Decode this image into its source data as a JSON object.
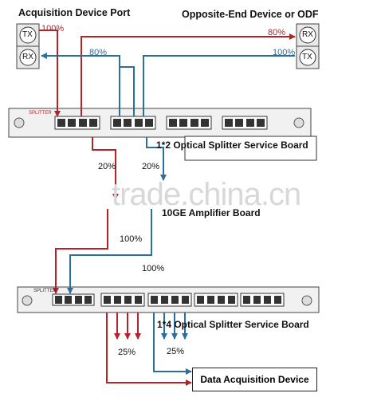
{
  "header": {
    "left_title": "Acquisition Device Port",
    "right_title": "Opposite-End Device or ODF"
  },
  "ports": {
    "tx": "TX",
    "rx": "RX"
  },
  "percentages": {
    "top_left_tx": "100%",
    "top_right_rx": "80%",
    "top_left_rx": "80%",
    "top_right_tx": "100%",
    "split_red": "20%",
    "split_blue": "20%",
    "amp_out_1": "100%",
    "amp_out_2": "100%",
    "out_red": "25%",
    "out_blue": "25%"
  },
  "boards": {
    "splitter_2": "1*2 Optical Splitter Service Board",
    "amplifier": "10GE Amplifier Board",
    "splitter_4": "1*4 Optical Splitter Service Board",
    "data_device": "Data Acquisition Device"
  },
  "panel_labels": {
    "top_panel_name": "SPLITTER",
    "bottom_panel_name": "SPLITTER"
  },
  "watermark": "trade.china.cn",
  "colors": {
    "red": "#b4232a",
    "blue": "#2a6f9e"
  }
}
